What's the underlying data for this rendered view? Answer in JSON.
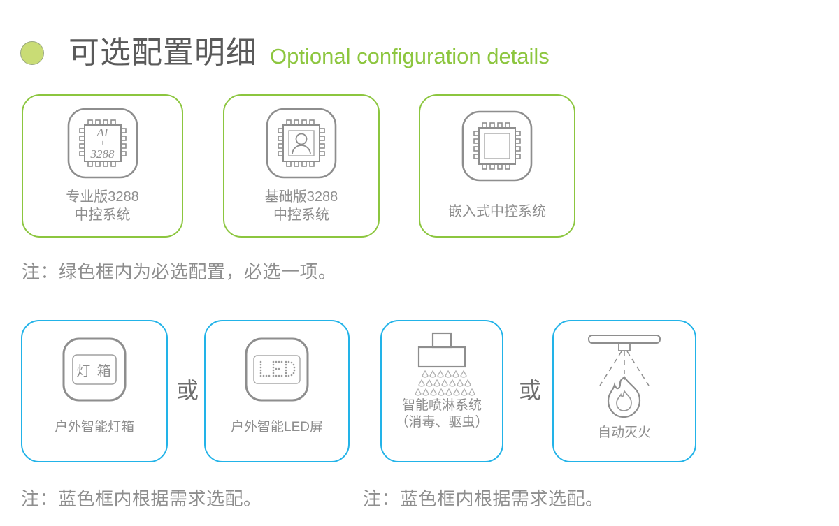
{
  "header": {
    "bullet_icon": "green-circle-bullet",
    "title_cn": "可选配置明细",
    "title_en": "Optional configuration details",
    "accent_green": "#8cc63f",
    "bullet_color": "#c9dc75",
    "title_color": "#5a5a5a"
  },
  "colors": {
    "green_border": "#8cc63f",
    "blue_border": "#22b3e8",
    "icon_gray": "#8e8e8e",
    "text_gray": "#8e8e8e",
    "background": "#ffffff"
  },
  "required_section": {
    "border_color": "#8cc63f",
    "cards": [
      {
        "icon": "chip-ai-3288-icon",
        "chip_text_line1": "AI",
        "chip_text_line2": "+",
        "chip_text_line3": "3288",
        "label": "专业版3288\n中控系统"
      },
      {
        "icon": "chip-person-icon",
        "label": "基础版3288\n中控系统"
      },
      {
        "icon": "chip-blank-icon",
        "label": "嵌入式中控系统"
      }
    ],
    "note": "注：绿色框内为必选配置，必选一项。"
  },
  "optional_section": {
    "border_color": "#22b3e8",
    "separator_label": "或",
    "cards": [
      {
        "icon": "light-box-icon",
        "icon_text": "灯 箱",
        "label": "户外智能灯箱"
      },
      {
        "icon": "led-screen-icon",
        "icon_text": "LED",
        "label": "户外智能LED屏"
      },
      {
        "icon": "sprinkler-spray-icon",
        "droplet_rows": [
          6,
          7,
          8
        ],
        "label": "智能喷淋系统\n（消毒、驱虫）"
      },
      {
        "icon": "fire-suppression-icon",
        "label": "自动灭火"
      }
    ],
    "notes": [
      "注：蓝色框内根据需求选配。",
      "注：蓝色框内根据需求选配。"
    ]
  }
}
